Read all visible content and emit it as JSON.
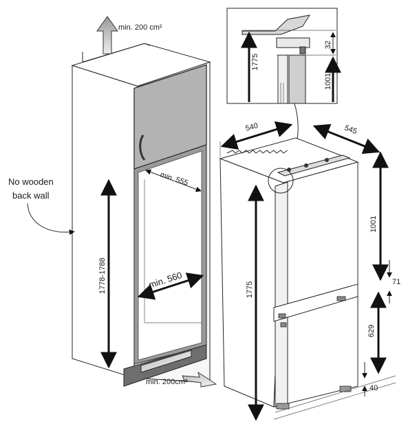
{
  "left_figure": {
    "top_vent_label": "min. 200 cm²",
    "bottom_vent_label": "min. 200cm²",
    "no_wall_note_line1": "No wooden",
    "no_wall_note_line2": "back wall",
    "width_inner": "min. 555",
    "width_min": "min. 560",
    "height_range": "1778-1788"
  },
  "inset": {
    "height_total": "1775",
    "gap_top": "32",
    "height_upper": "1001"
  },
  "right_figure": {
    "width": "540",
    "depth": "545",
    "height_upper": "1001",
    "height_total": "1775",
    "gap_mid": "71",
    "height_lower": "629",
    "bottom_gap": "40"
  }
}
